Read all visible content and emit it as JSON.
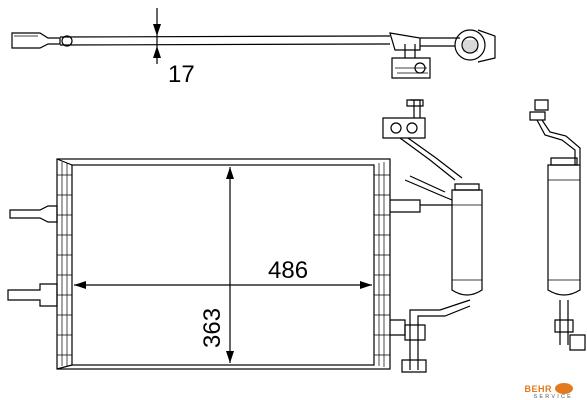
{
  "dimensions": {
    "pipe_offset": "17",
    "width": "486",
    "height": "363"
  },
  "logo": {
    "brand": "BEHR",
    "service": "SERVICE"
  }
}
